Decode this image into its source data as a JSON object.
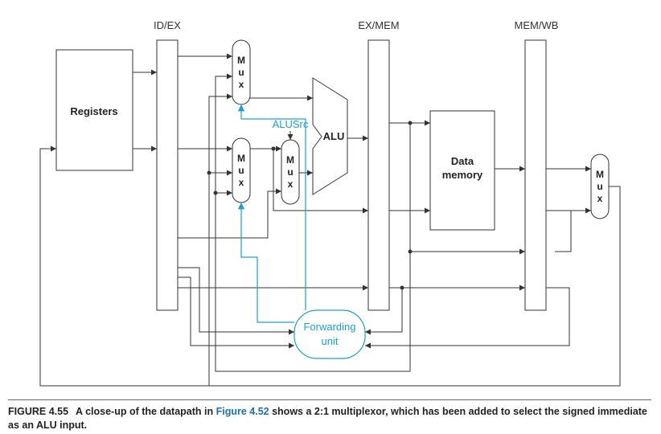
{
  "labels": {
    "id_ex": "ID/EX",
    "ex_mem": "EX/MEM",
    "mem_wb": "MEM/WB",
    "registers": "Registers",
    "alu": "ALU",
    "alusrc": "ALUSrc",
    "data_memory_line1": "Data",
    "data_memory_line2": "memory",
    "forwarding_line1": "Forwarding",
    "forwarding_line2": "unit",
    "mux_letters": [
      "M",
      "u",
      "x"
    ]
  },
  "colors": {
    "line": "#333333",
    "forwarding": "#1aa0d6"
  },
  "caption": {
    "number": "FIGURE 4.55",
    "text_before": "A close-up of the datapath in",
    "reference": "Figure 4.52",
    "text_after": "shows a 2:1 multiplexor, which has been added to select the signed immediate as an ALU input."
  }
}
